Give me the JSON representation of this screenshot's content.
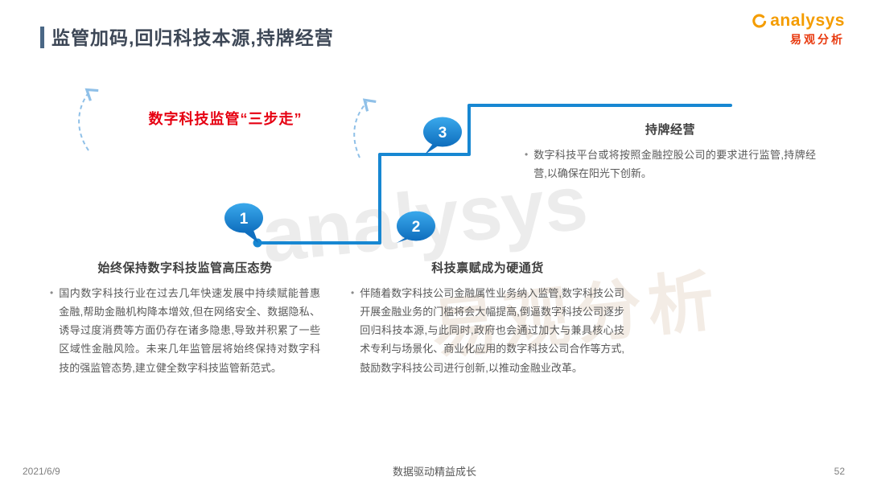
{
  "slide": {
    "title": "监管加码,回归科技本源,持牌经营"
  },
  "logo": {
    "name": "analysys",
    "name_cn": "易观分析"
  },
  "watermark": {
    "latin": "analysys",
    "cn": "易观分析"
  },
  "diagram": {
    "label": "数字科技监管“三步走”",
    "bullet": "•",
    "steps": [
      {
        "number": "1",
        "heading": "始终保持数字科技监管高压态势",
        "body": "国内数字科技行业在过去几年快速发展中持续赋能普惠金融,帮助金融机构降本增效,但在网络安全、数据隐私、诱导过度消费等方面仍存在诸多隐患,导致并积累了一些区域性金融风险。未来几年监管层将始终保持对数字科技的强监管态势,建立健全数字科技监管新范式。"
      },
      {
        "number": "2",
        "heading": "科技禀赋成为硬通货",
        "body": "伴随着数字科技公司金融属性业务纳入监管,数字科技公司开展金融业务的门槛将会大幅提高,倒逼数字科技公司逐步回归科技本源,与此同时,政府也会通过加大与兼具核心技术专利与场景化、商业化应用的数字科技公司合作等方式,鼓励数字科技公司进行创新,以推动金融业改革。"
      },
      {
        "number": "3",
        "heading": "持牌经营",
        "body": "数字科技平台或将按照金融控股公司的要求进行监管,持牌经营,以确保在阳光下创新。"
      }
    ]
  },
  "footer": {
    "date": "2021/6/9",
    "slogan": "数据驱动精益成长",
    "page": "52"
  },
  "colors": {
    "accent_blue": "#1787d2",
    "bubble_blue_dark": "#0f6fc0",
    "alert_red": "#e60012",
    "brand_orange": "#f49c00",
    "brand_red": "#e8380d",
    "heading_text": "#3f3f3f",
    "body_text": "#595959"
  }
}
